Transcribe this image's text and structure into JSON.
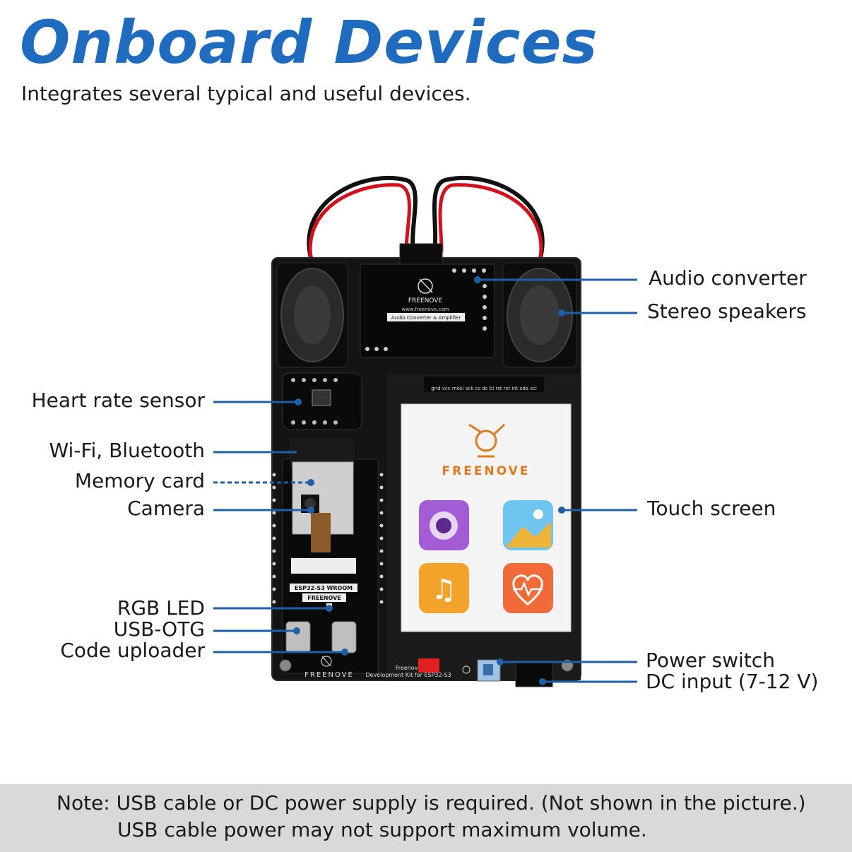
{
  "header": {
    "title": "Onboard Devices",
    "subtitle": "Integrates several typical and useful devices."
  },
  "labels": {
    "audio_converter": "Audio converter",
    "stereo_speakers": "Stereo speakers",
    "heart_rate_sensor": "Heart rate sensor",
    "wifi_bluetooth": "Wi-Fi, Bluetooth",
    "memory_card": "Memory card",
    "camera": "Camera",
    "touch_screen": "Touch screen",
    "rgb_led": "RGB LED",
    "usb_otg": "USB-OTG",
    "code_uploader": "Code uploader",
    "power_switch": "Power switch",
    "dc_input": "DC input (7-12 V)"
  },
  "board": {
    "brand": "FREENOVE",
    "brand_url": "www.freenove.com",
    "audio_module_text": "Audio Converter & Amplifier",
    "screen_brand": "FREENOVE",
    "esp_module_text": "ESP32-S3  WROOM",
    "esp_brand": "FREENOVE",
    "bottom_text": "Freenove",
    "bottom_subtext": "Development Kit for ESP32-S3",
    "pin_header": "gnd vcc mosi sck cs dc bl rst  rst int sda scl"
  },
  "colors": {
    "accent": "#1e6bbf",
    "leader": "#1f5fa8",
    "board": "#141414",
    "screen_orange": "#e07a1f"
  },
  "footer": {
    "note_line1": "Note: USB cable or DC power supply is required. (Not shown in the picture.)",
    "note_line2": "USB cable power may not support maximum volume."
  }
}
